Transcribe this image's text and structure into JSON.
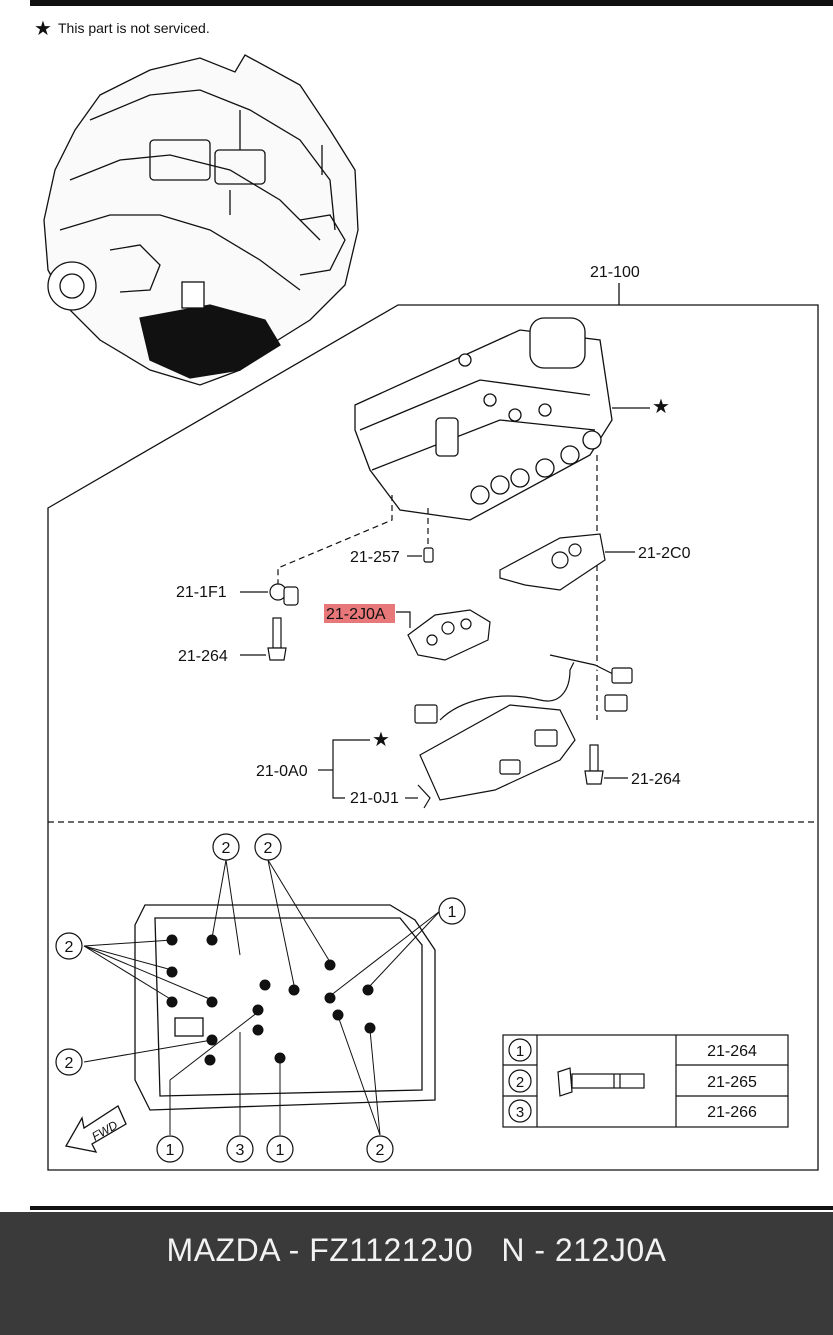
{
  "note": {
    "symbol": "★",
    "text": "This part is not serviced."
  },
  "callouts": {
    "assembly": "21-100",
    "pin": "21-257",
    "sensor": "21-1F1",
    "bolt_left": "21-264",
    "plate_right": "21-2C0",
    "highlighted_part": "21-2J0A",
    "harness": "21-0A0",
    "clip": "21-0J1",
    "bolt_right": "21-264"
  },
  "star_markers": [
    "★",
    "★"
  ],
  "circle_labels": {
    "top_left_a": "2",
    "top_left_b": "2",
    "top_right": "1",
    "left_upper": "2",
    "left_lower": "2",
    "bottom_1a": "1",
    "bottom_3": "3",
    "bottom_1b": "1",
    "bottom_2": "2"
  },
  "fwd_label": "FWD",
  "legend": {
    "rows": [
      {
        "key": "1",
        "part": "21-264"
      },
      {
        "key": "2",
        "part": "21-265"
      },
      {
        "key": "3",
        "part": "21-266"
      }
    ]
  },
  "highlight_color": "#e8777a",
  "footer": {
    "caption": "MAZDA - FZ11212J0   N - 212J0A"
  }
}
